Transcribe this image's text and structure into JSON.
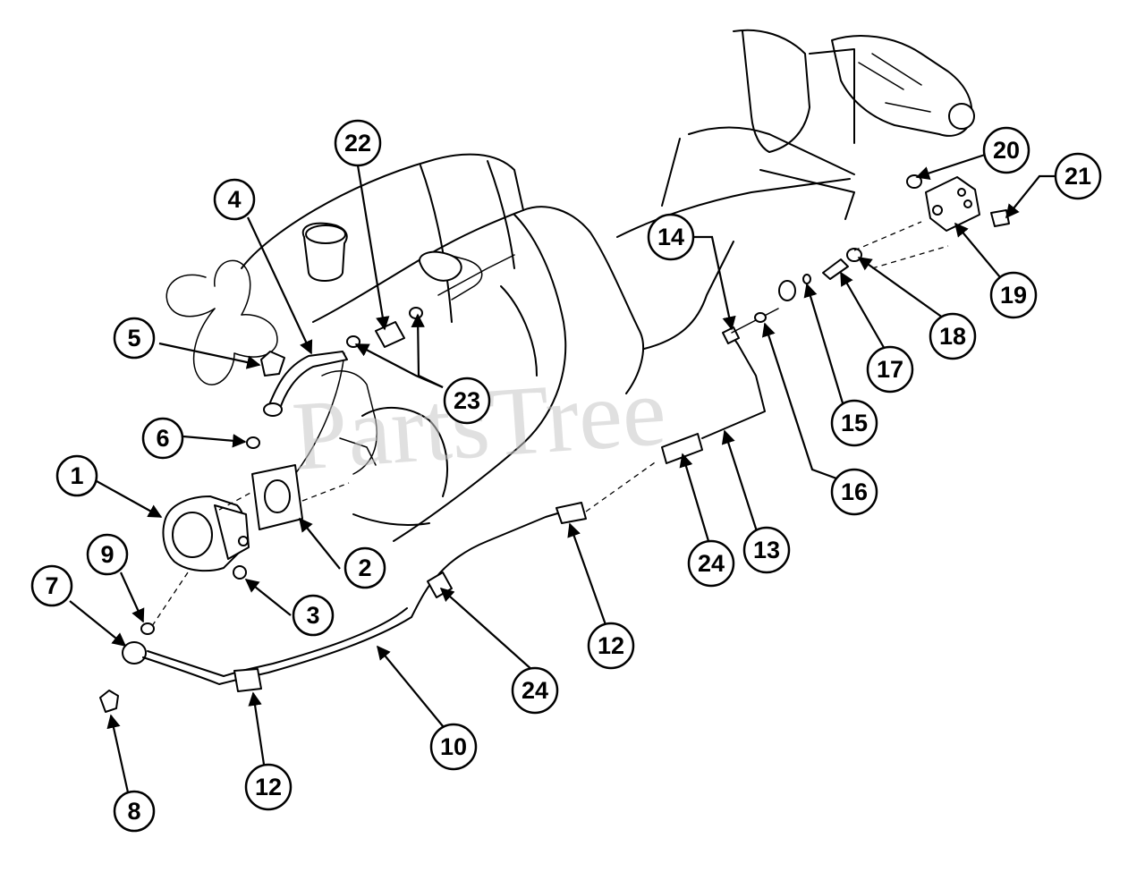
{
  "watermark": "PartsTree",
  "callouts": [
    "1",
    "2",
    "3",
    "4",
    "5",
    "6",
    "7",
    "8",
    "9",
    "10",
    "12",
    "12",
    "12",
    "13",
    "14",
    "15",
    "16",
    "17",
    "18",
    "19",
    "20",
    "21",
    "22",
    "23",
    "24",
    "24"
  ]
}
